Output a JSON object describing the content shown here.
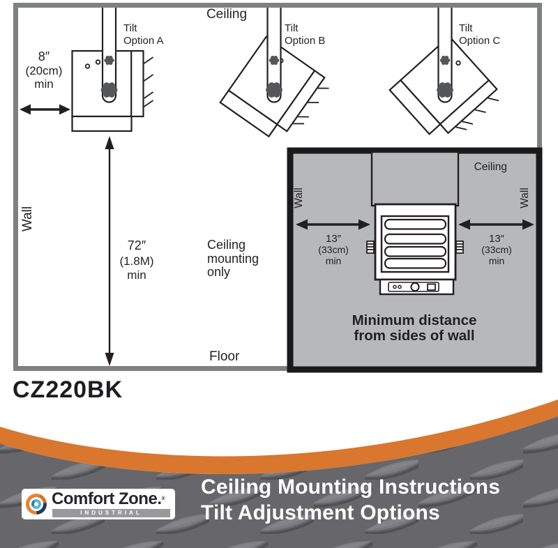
{
  "colors": {
    "accent_orange": "#d9772e",
    "plate_gray": "#67676b",
    "inset_gray": "#b7b8ba",
    "line_dark": "#231f20",
    "border_gray": "#7f8080"
  },
  "main_diagram": {
    "ceiling": "Ceiling",
    "wall": "Wall",
    "floor": "Floor",
    "mounting_note": {
      "line1": "Ceiling",
      "line2": "mounting",
      "line3": "only"
    },
    "tilt_a": {
      "line1": "Tilt",
      "line2": "Option A"
    },
    "tilt_b": {
      "line1": "Tilt",
      "line2": "Option B"
    },
    "tilt_c": {
      "line1": "Tilt",
      "line2": "Option C"
    },
    "side_clearance": {
      "value": "8″",
      "metric": "(20cm)",
      "qualifier": "min"
    },
    "floor_clearance": {
      "value": "72″",
      "metric": "(1.8M)",
      "qualifier": "min"
    }
  },
  "inset": {
    "ceiling": "Ceiling",
    "wall_left": "Wall",
    "wall_right": "Wall",
    "left_clearance": {
      "value": "13″",
      "metric": "(33cm)",
      "qualifier": "min"
    },
    "right_clearance": {
      "value": "13″",
      "metric": "(33cm)",
      "qualifier": "min"
    },
    "caption": {
      "line1": "Minimum distance",
      "line2": "from sides of wall"
    }
  },
  "model_number": "CZ220BK",
  "footer": {
    "logo": {
      "brand": "Comfort Zone.",
      "registered": "®",
      "tagline": "INDUSTRIAL"
    },
    "title": {
      "line1": "Ceiling Mounting Instructions",
      "line2": "Tilt Adjustment Options"
    }
  }
}
